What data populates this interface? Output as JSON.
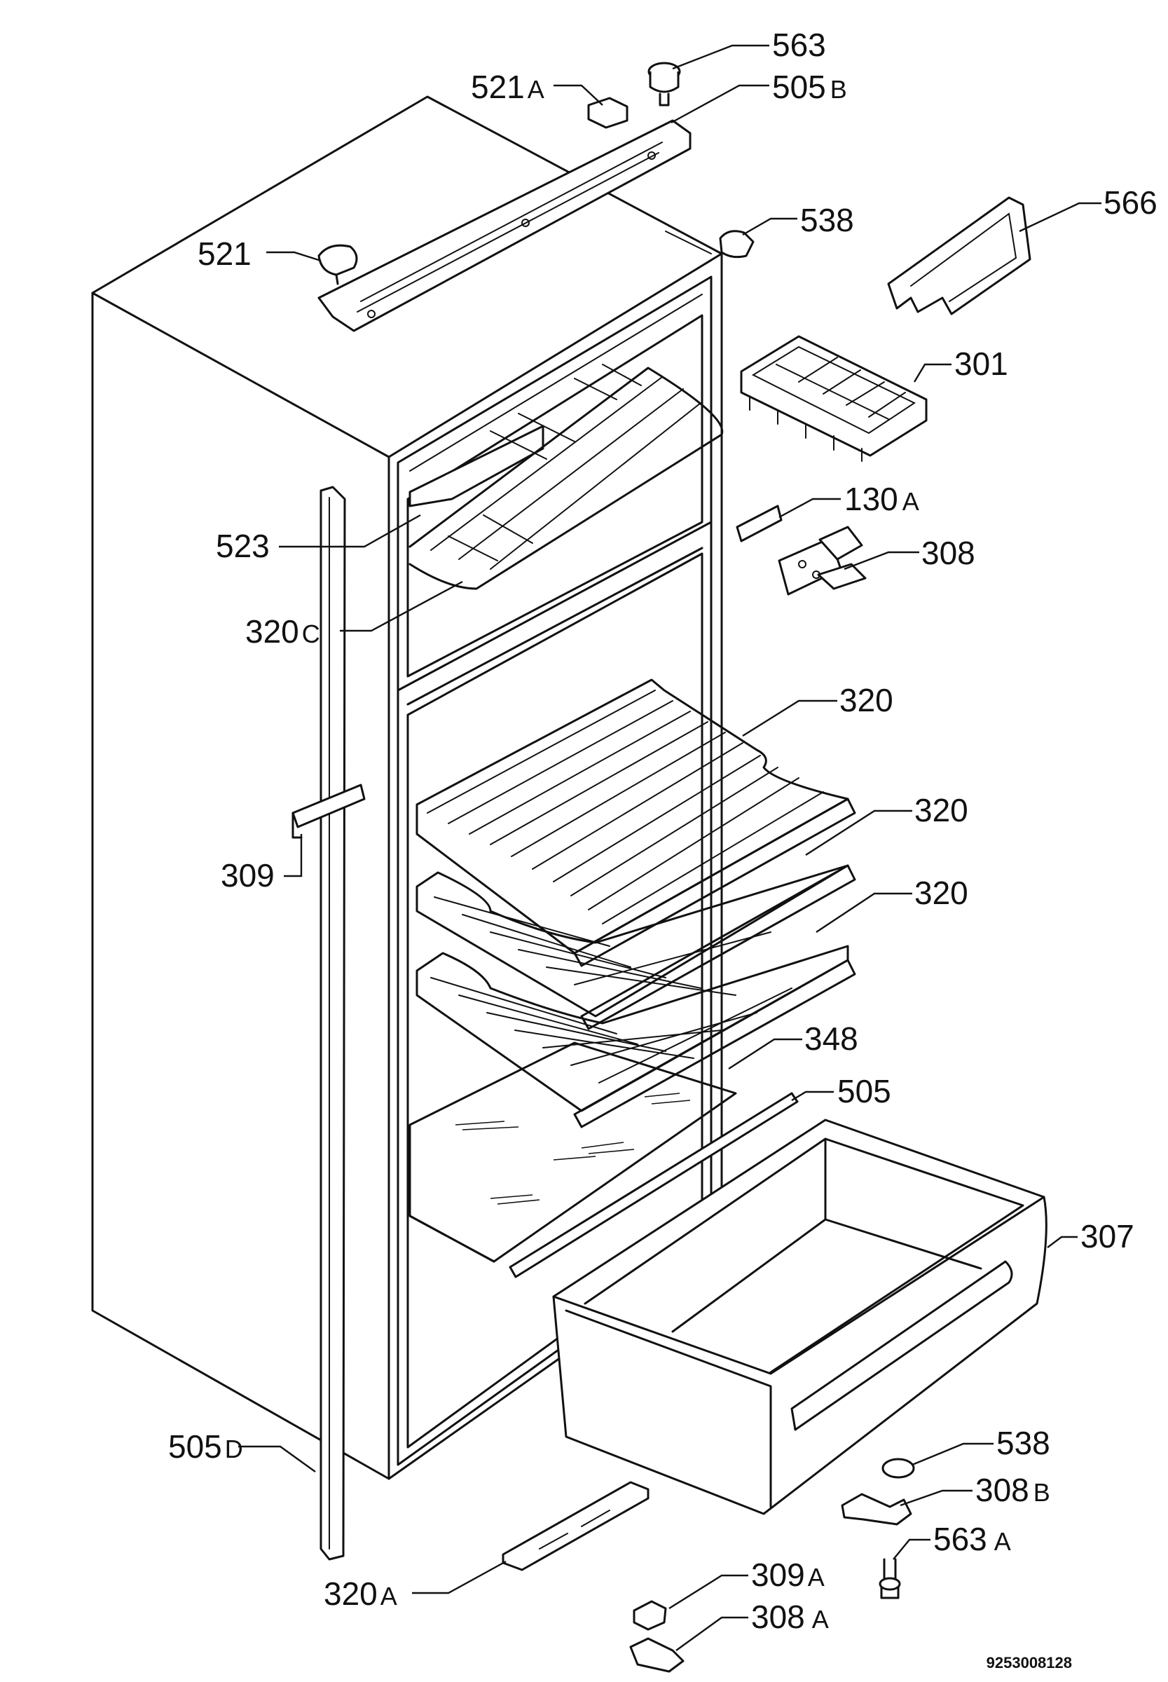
{
  "diagram": {
    "labels": [
      {
        "id": "563",
        "num": "563",
        "suffix": ""
      },
      {
        "id": "505b",
        "num": "505",
        "suffix": "B"
      },
      {
        "id": "521a",
        "num": "521",
        "suffix": "A"
      },
      {
        "id": "538-top",
        "num": "538",
        "suffix": ""
      },
      {
        "id": "566",
        "num": "566",
        "suffix": ""
      },
      {
        "id": "521",
        "num": "521",
        "suffix": ""
      },
      {
        "id": "301",
        "num": "301",
        "suffix": ""
      },
      {
        "id": "130a",
        "num": "130",
        "suffix": "A"
      },
      {
        "id": "523",
        "num": "523",
        "suffix": ""
      },
      {
        "id": "308",
        "num": "308",
        "suffix": ""
      },
      {
        "id": "320c",
        "num": "320",
        "suffix": "C"
      },
      {
        "id": "320-1",
        "num": "320",
        "suffix": ""
      },
      {
        "id": "320-2",
        "num": "320",
        "suffix": ""
      },
      {
        "id": "309",
        "num": "309",
        "suffix": ""
      },
      {
        "id": "320-3",
        "num": "320",
        "suffix": ""
      },
      {
        "id": "348",
        "num": "348",
        "suffix": ""
      },
      {
        "id": "505",
        "num": "505",
        "suffix": ""
      },
      {
        "id": "307",
        "num": "307",
        "suffix": ""
      },
      {
        "id": "538-bottom",
        "num": "538",
        "suffix": ""
      },
      {
        "id": "505d",
        "num": "505",
        "suffix": "D"
      },
      {
        "id": "308b",
        "num": "308",
        "suffix": "B"
      },
      {
        "id": "563a",
        "num": "563",
        "suffix": "A"
      },
      {
        "id": "309a",
        "num": "309",
        "suffix": "A"
      },
      {
        "id": "320a",
        "num": "320",
        "suffix": "A"
      },
      {
        "id": "308a",
        "num": "308",
        "suffix": "A"
      }
    ],
    "document_number": "9253008128"
  }
}
